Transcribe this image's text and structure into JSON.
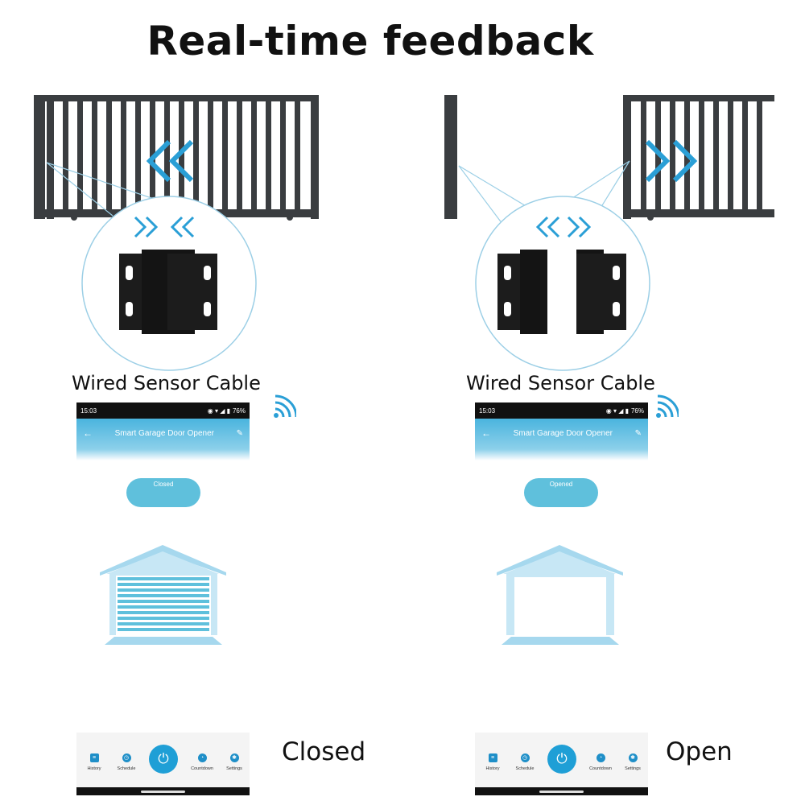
{
  "title": "Real-time feedback",
  "colors": {
    "accent": "#1f8fc8",
    "arrow": "#2a9fd6",
    "gate": "#3a3d40",
    "sensor": "#1c1c1c",
    "garage_light": "#a6d8ee"
  },
  "panels": [
    {
      "state": "closed",
      "sensor_label": "Wired Sensor Cable",
      "phone": {
        "time": "15:03",
        "battery": "76%",
        "app_title": "Smart Garage Door Opener",
        "status_text": "Closed"
      },
      "nav": {
        "history": "History",
        "schedule": "Schedule",
        "countdown": "Countdown",
        "settings": "Settings"
      },
      "state_label": "Closed"
    },
    {
      "state": "open",
      "sensor_label": "Wired Sensor Cable",
      "phone": {
        "time": "15:03",
        "battery": "76%",
        "app_title": "Smart Garage Door Opener",
        "status_text": "Opened"
      },
      "nav": {
        "history": "History",
        "schedule": "Schedule",
        "countdown": "Countdown",
        "settings": "Settings"
      },
      "state_label": "Open"
    }
  ],
  "icons": [
    "chevron-left-icon",
    "chevron-right-icon",
    "wifi-icon",
    "back-arrow-icon",
    "edit-icon",
    "history-icon",
    "schedule-icon",
    "power-icon",
    "countdown-icon",
    "settings-icon"
  ]
}
